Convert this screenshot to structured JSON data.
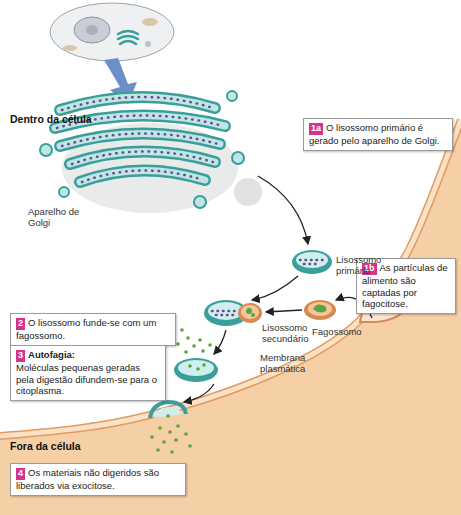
{
  "diagram": {
    "nodes": [
      {
        "text": [
          "1a",
          "O lisossomo primário é gerado pelo aparelho de Golgi."
        ]
      },
      {
        "text": [
          "1b",
          "As partículas de alimento são captadas por fagocitose."
        ]
      },
      {
        "text": [
          "2",
          "O lisossomo funde-se com um fagossomo."
        ]
      },
      {
        "text": [
          "3",
          "Autofagia:",
          "Moléculas pequenas geradas pela digestão difundem-se para o citoplasma."
        ]
      },
      {
        "text": [
          "4",
          "Os materiais não digeridos são liberados via exocitose."
        ]
      }
    ],
    "labels": [
      "Dentro da célula",
      "Aparelho de Golgi",
      "Lisossomo primário",
      "Lisossomo secundário",
      "Fagossomo",
      "Membrana plasmática",
      "Fora da célula"
    ]
  }
}
